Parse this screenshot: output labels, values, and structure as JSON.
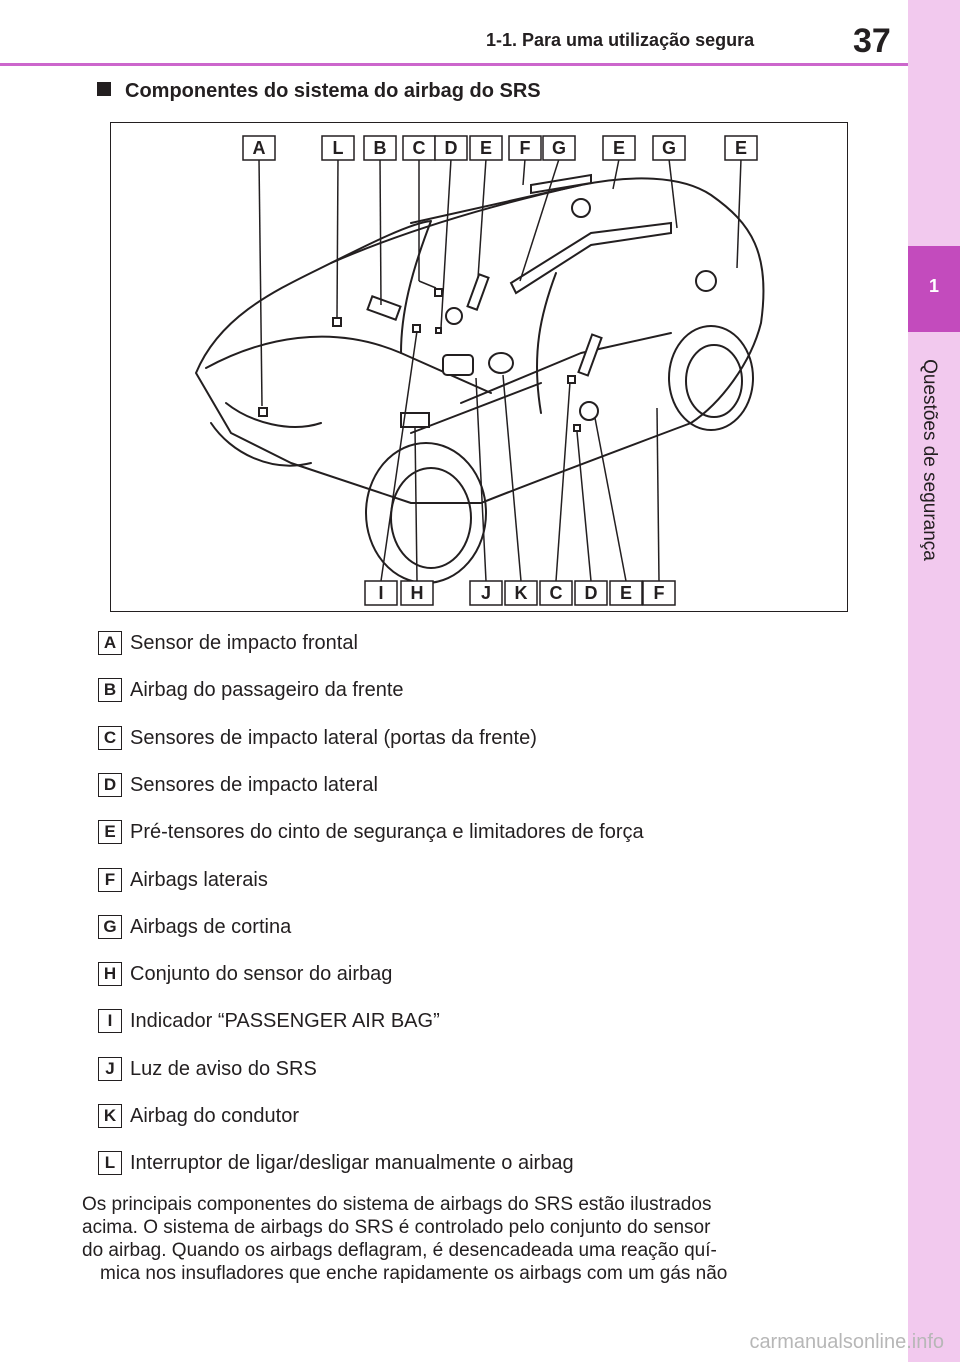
{
  "header": {
    "section_title": "1-1. Para uma utilização segura",
    "page_number": "37"
  },
  "side_tab": {
    "chapter_number": "1",
    "chapter_title": "Questões de segurança"
  },
  "section_heading": "Componentes do sistema do airbag do SRS",
  "diagram": {
    "top_labels": [
      "A",
      "L",
      "B",
      "C",
      "D",
      "E",
      "F",
      "G",
      "E",
      "G",
      "E"
    ],
    "bottom_labels": [
      "I",
      "H",
      "J",
      "K",
      "C",
      "D",
      "E",
      "F"
    ]
  },
  "legend": [
    {
      "letter": "A",
      "text": "Sensor de impacto frontal"
    },
    {
      "letter": "B",
      "text": "Airbag do passageiro da frente"
    },
    {
      "letter": "C",
      "text": "Sensores de impacto lateral (portas da frente)"
    },
    {
      "letter": "D",
      "text": "Sensores de impacto lateral"
    },
    {
      "letter": "E",
      "text": "Pré-tensores do cinto de segurança e limitadores de força"
    },
    {
      "letter": "F",
      "text": "Airbags laterais"
    },
    {
      "letter": "G",
      "text": "Airbags de cortina"
    },
    {
      "letter": "H",
      "text": "Conjunto do sensor do airbag"
    },
    {
      "letter": "I",
      "text": "Indicador “PASSENGER AIR BAG”"
    },
    {
      "letter": "J",
      "text": "Luz de aviso do SRS"
    },
    {
      "letter": "K",
      "text": "Airbag do condutor"
    },
    {
      "letter": "L",
      "text": "Interruptor de ligar/desligar manualmente o airbag"
    }
  ],
  "body_text": [
    "Os principais componentes do sistema de airbags do SRS estão ilustrados",
    "acima. O sistema de airbags do SRS é controlado pelo conjunto do sensor",
    "do airbag. Quando os airbags deflagram, é desencadeada uma reação quí-",
    "mica nos insufladores que enche rapidamente os airbags com um gás não"
  ],
  "watermark": "carmanualsonline.info",
  "colors": {
    "accent": "#cc66cc",
    "tab_light": "#f2c9ee",
    "tab_active": "#c34bbd"
  }
}
